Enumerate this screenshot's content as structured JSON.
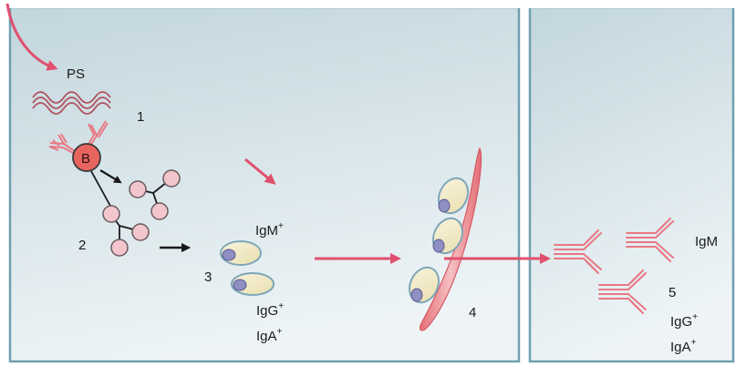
{
  "labels": {
    "ps": "PS",
    "step1": "1",
    "step2": "2",
    "step3": "3",
    "step4": "4",
    "step5": "5",
    "b_cell": "B",
    "igm_surface": "IgM",
    "igg_surface": "IgG",
    "iga_surface": "IgA",
    "plus": "+",
    "igm_secreted": "IgM",
    "igg_secreted": "IgG",
    "iga_secreted": "IgA"
  },
  "colors": {
    "panel_top": "#c2d6dd",
    "panel_bottom": "#eef4f6",
    "panel_border": "#6f9fb0",
    "arrow_pink": "#e0506e",
    "antigen_wave": "#b0505f",
    "b_cell": "#e8645e",
    "daughter_cell": "#f2c6cc",
    "plasma_fill": "#f3eccb",
    "plasma_border": "#7ea6b9",
    "nucleus": "#8f8fc3",
    "antibody": "#e87884"
  }
}
